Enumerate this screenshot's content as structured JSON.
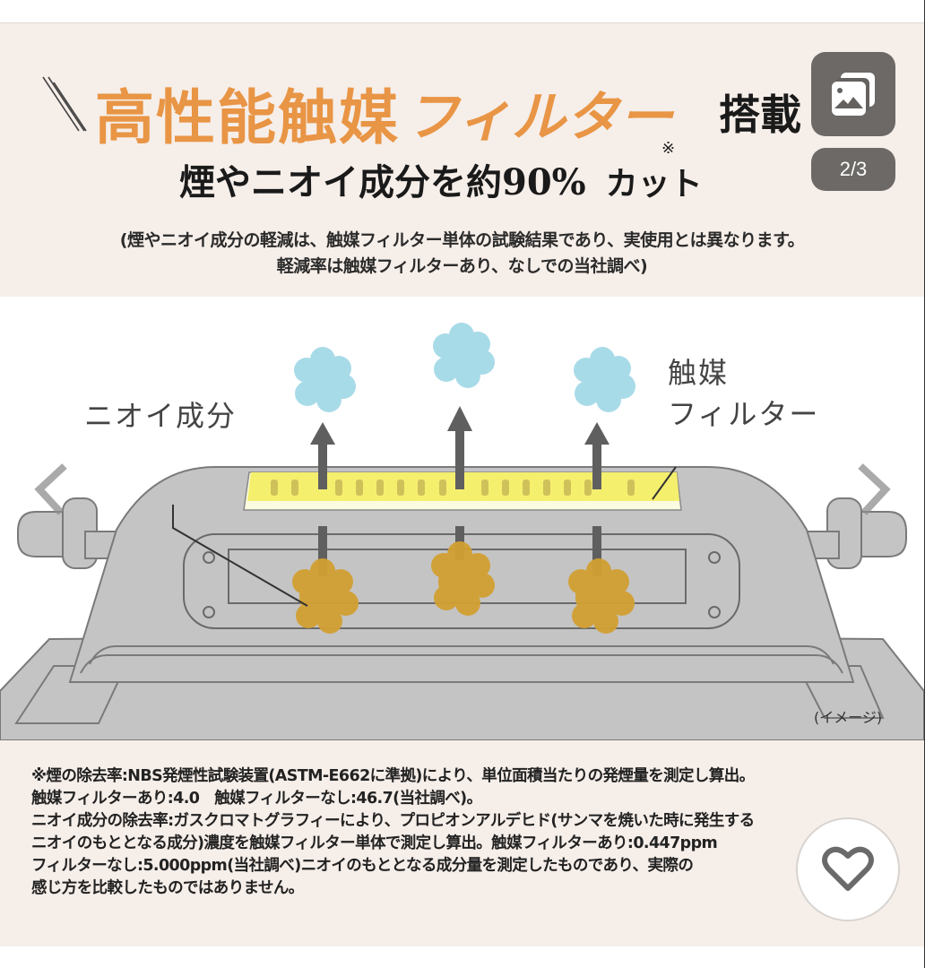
{
  "viewer": {
    "counter": "2/3",
    "current_index": 2,
    "total": 3,
    "icons": {
      "gallery": "gallery-stack-icon",
      "prev": "chevron-left-icon",
      "next": "chevron-right-icon",
      "like": "heart-outline-icon"
    }
  },
  "slide": {
    "title": {
      "kanji_orange": "高性能触媒",
      "katakana_orange": "フィルター",
      "black": "搭載"
    },
    "subtitle": {
      "main": "煙やニオイ成分を約90%",
      "note_mark": "※",
      "tail": "カット"
    },
    "disclaimer": [
      "(煙やニオイ成分の軽減は、触媒フィルター単体の試験結果であり、実使用とは異なります。",
      "軽減率は触媒フィルターあり、なしでの当社調べ)"
    ],
    "diagram": {
      "label_odor": "ニオイ成分",
      "label_filter_line1": "触媒",
      "label_filter_line2": "フィルター",
      "image_note": "(イメージ)"
    },
    "footnote": [
      "※煙の除去率:NBS発煙性試験装置(ASTM-E662に準拠)により、単位面積当たりの発煙量を測定し算出。",
      "触媒フィルターあり:4.0　触媒フィルターなし:46.7(当社調べ)。",
      "ニオイ成分の除去率:ガスクロマトグラフィーにより、プロピオンアルデヒド(サンマを焼いた時に発生する",
      "ニオイのもととなる成分)濃度を触媒フィルター単体で測定し算出。触媒フィルターあり:0.447ppm",
      "フィルターなし:5.000ppm(当社調べ)ニオイのもととなる成分量を測定したものであり、実際の",
      "感じ方を比較したものではありません。"
    ]
  },
  "colors": {
    "slide_bg": "#f6eee9",
    "title_orange": "#e89545",
    "smoke_blue": "#a8dbe8",
    "odor_gold": "#d2a032",
    "filter_yellow": "#f5ef6e",
    "grill_gray": "#c4c4c4",
    "overlay_gray": "#64615f"
  }
}
